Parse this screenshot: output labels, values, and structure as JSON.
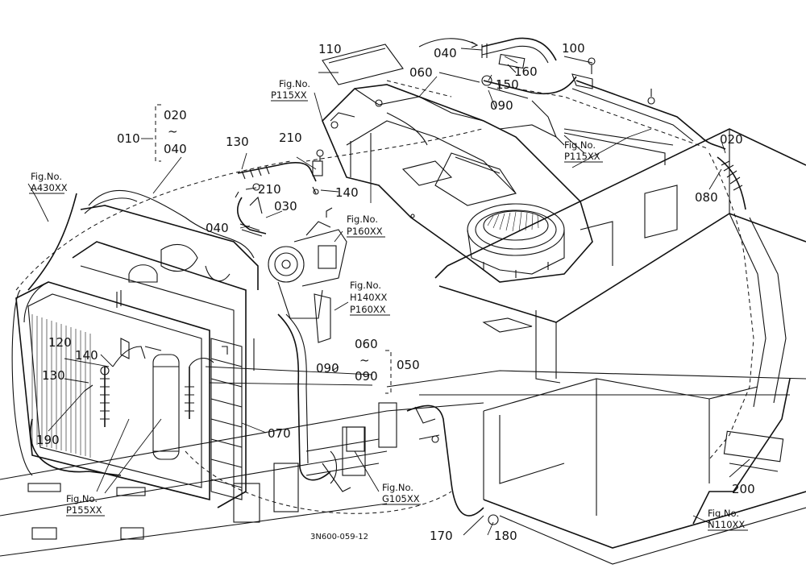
{
  "diagram": {
    "parts": {
      "p010": "010",
      "p020a": "020",
      "p040a": "040",
      "p020b": "020",
      "p030": "030",
      "p040b": "040",
      "p040c": "040",
      "p050": "050",
      "p060a": "060",
      "p060b": "060",
      "p070": "070",
      "p080": "080",
      "p090a": "090",
      "p090b": "090",
      "p090c": "090",
      "p100": "100",
      "p110": "110",
      "p120": "120",
      "p130a": "130",
      "p130b": "130",
      "p140a": "140",
      "p140b": "140",
      "p150": "150",
      "p160": "160",
      "p170": "170",
      "p180": "180",
      "p190": "190",
      "p200": "200",
      "p210a": "210",
      "p210b": "210",
      "tilde1": "~",
      "tilde2": "~"
    },
    "figs": {
      "f_a430": [
        "Fig.No.",
        "A430XX"
      ],
      "f_p115a": [
        "Fig.No.",
        "P115XX"
      ],
      "f_p115b": [
        "Fig.No.",
        "P115XX"
      ],
      "f_p160": [
        "Fig.No.",
        "P160XX"
      ],
      "f_h140": [
        "Fig.No.",
        "H140XX",
        "P160XX"
      ],
      "f_p155": [
        "Fig.No.",
        "P155XX"
      ],
      "f_g105": [
        "Fig.No.",
        "G105XX"
      ],
      "f_n110": [
        "Fig.No.",
        "N110XX"
      ]
    },
    "drawing_code": "3N600-059-12"
  }
}
